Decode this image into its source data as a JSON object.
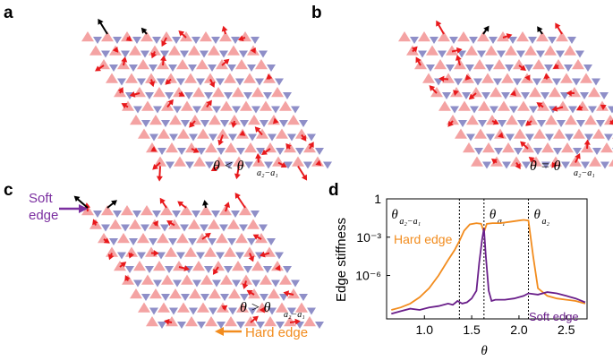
{
  "panels": {
    "a": {
      "label": "a",
      "condition": "θ < θ",
      "condition_sub": "a₂−a₁"
    },
    "b": {
      "label": "b",
      "condition": "θ = θ",
      "condition_sub": "a₂−a₁"
    },
    "c": {
      "label": "c",
      "condition": "θ > θ",
      "condition_sub": "a₂−a₁",
      "soft_label_line1": "Soft",
      "soft_label_line2": "edge",
      "hard_label": "Hard edge"
    },
    "d": {
      "label": "d"
    }
  },
  "colors": {
    "triangle_pink": "#f4a3a3",
    "triangle_blue": "#8f8fc8",
    "arrow_red": "#e8191c",
    "arrow_black": "#000000",
    "hard": "#f28c1e",
    "soft": "#6a1f8a",
    "soft_text": "#7b2fa0"
  },
  "chart_data": {
    "type": "line",
    "xlabel": "θ",
    "ylabel": "Edge stiffness",
    "xlim": [
      0.6,
      2.72
    ],
    "xticks": [
      "1.0",
      "1.5",
      "2.0",
      "2.5"
    ],
    "yticks": [
      "1",
      "10⁻³",
      "10⁻⁶"
    ],
    "ylog": true,
    "vlines": [
      {
        "x": 1.37,
        "label": "θ",
        "sub": "a₂−a₁"
      },
      {
        "x": 1.63,
        "label": "θ",
        "sub": "a₁"
      },
      {
        "x": 2.1,
        "label": "θ",
        "sub": "a₂"
      }
    ],
    "series": [
      {
        "name": "Hard edge",
        "x": [
          0.65,
          0.75,
          0.85,
          0.95,
          1.05,
          1.15,
          1.25,
          1.32,
          1.37,
          1.42,
          1.48,
          1.55,
          1.6,
          1.63,
          1.66,
          1.72,
          1.8,
          1.9,
          2.0,
          2.05,
          2.1,
          2.15,
          2.2,
          2.3,
          2.4,
          2.5,
          2.6,
          2.7
        ],
        "y": [
          -8.7,
          -8.5,
          -8.2,
          -7.7,
          -7.0,
          -6.0,
          -4.8,
          -4.0,
          -3.3,
          -2.5,
          -2.0,
          -1.9,
          -1.95,
          -2.6,
          -1.95,
          -1.9,
          -1.9,
          -1.8,
          -1.7,
          -1.65,
          -1.7,
          -4.5,
          -7.0,
          -7.6,
          -7.8,
          -7.9,
          -8.0,
          -8.2
        ]
      },
      {
        "name": "Soft edge",
        "x": [
          0.65,
          0.75,
          0.85,
          0.95,
          1.05,
          1.15,
          1.25,
          1.3,
          1.35,
          1.4,
          1.45,
          1.5,
          1.55,
          1.58,
          1.61,
          1.63,
          1.65,
          1.68,
          1.71,
          1.75,
          1.85,
          1.95,
          2.05,
          2.1,
          2.2,
          2.3,
          2.4,
          2.5,
          2.6,
          2.7
        ],
        "y": [
          -9.0,
          -8.8,
          -8.6,
          -8.7,
          -8.5,
          -8.4,
          -8.2,
          -8.3,
          -8.0,
          -8.2,
          -8.1,
          -7.8,
          -7.2,
          -5.0,
          -3.2,
          -2.3,
          -4.5,
          -7.2,
          -8.0,
          -7.9,
          -7.9,
          -7.8,
          -7.6,
          -7.4,
          -7.5,
          -7.3,
          -7.4,
          -7.6,
          -7.8,
          -8.1
        ]
      }
    ]
  }
}
